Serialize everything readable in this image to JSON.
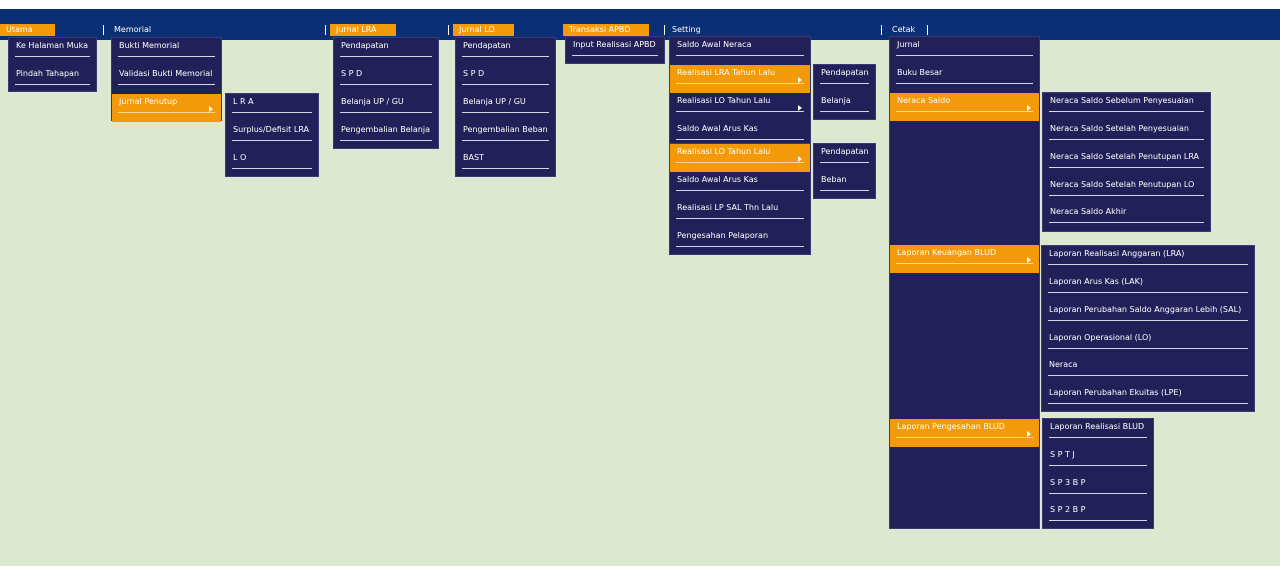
{
  "menubar": {
    "utama": "Utama",
    "memorial": "Memorial",
    "jurnal_lra": "Jurnal LRA",
    "jurnal_lo": "Jurnal LO",
    "transaksi_apbd": "Transaksi APBD",
    "setting": "Setting",
    "cetak": "Cetak"
  },
  "utama_menu": [
    "Ke Halaman Muka",
    "Pindah Tahapan"
  ],
  "memorial_menu": [
    "Bukti Memorial",
    "Validasi Bukti Memorial",
    "Jurnal Penutup"
  ],
  "jurnal_penutup_sub": [
    "L R A",
    "Surplus/Defisit LRA",
    "L O"
  ],
  "jurnal_lra_menu": [
    "Pendapatan",
    "S P D",
    "Belanja UP / GU",
    "Pengembalian Belanja"
  ],
  "jurnal_lo_menu": [
    "Pendapatan",
    "S P D",
    "Belanja UP / GU",
    "Pengembalian Beban",
    "BAST"
  ],
  "transaksi_menu": [
    "Input Realisasi APBD"
  ],
  "setting_menu_a": [
    "Saldo Awal Neraca",
    "Realisasi LRA Tahun Lalu",
    "Realisasi LO Tahun Lalu",
    "Saldo Awal Arus Kas"
  ],
  "setting_menu_b": [
    "Realisasi LO Tahun Lalu",
    "Saldo Awal Arus Kas",
    "Realisasi LP SAL Thn Lalu",
    "Pengesahan Pelaporan"
  ],
  "lra_tahun_lalu_sub": [
    "Pendapatan",
    "Belanja"
  ],
  "lo_tahun_lalu_sub": [
    "Pendapatan",
    "Beban"
  ],
  "cetak_menu": [
    "Jurnal",
    "Buku Besar",
    "Neraca Saldo",
    "Laporan Keuangan BLUD",
    "Laporan Pengesahan BLUD"
  ],
  "neraca_saldo_sub": [
    "Neraca Saldo Sebelum Penyesuaian",
    "Neraca Saldo Setelah Penyesuaian",
    "Neraca Saldo Setelah Penutupan LRA",
    "Neraca Saldo Setelah Penutupan LO",
    "Neraca Saldo Akhir"
  ],
  "laporan_keuangan_sub": [
    "Laporan Realisasi Anggaran (LRA)",
    "Laporan Arus Kas (LAK)",
    "Laporan Perubahan Saldo Anggaran Lebih (SAL)",
    "Laporan Operasional (LO)",
    "Neraca",
    "Laporan Perubahan Ekuitas (LPE)"
  ],
  "laporan_pengesahan_sub": [
    "Laporan Realisasi BLUD",
    "S P T J",
    "S P 3 B P",
    "S P 2 B P"
  ]
}
